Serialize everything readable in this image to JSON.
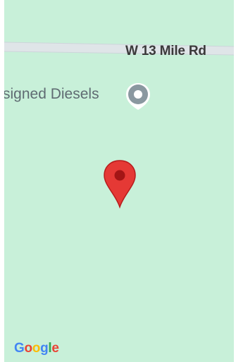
{
  "map": {
    "road_name": "W 13 Mile Rd",
    "poi_name": "signed Diesels",
    "poi_icon": "location-dot-icon",
    "marker_icon": "red-map-pin-icon",
    "logo_letters": [
      "G",
      "o",
      "o",
      "g",
      "l",
      "e"
    ],
    "colors": {
      "land": "#c8f0d9",
      "road": "#dfe5e8",
      "road_edge": "#c9d1d6",
      "poi_gray": "#8a98a0",
      "marker_red": "#e53935",
      "marker_dark": "#a31515"
    },
    "logo_colors": [
      "#4285F4",
      "#EA4335",
      "#FBBC05",
      "#4285F4",
      "#34A853",
      "#EA4335"
    ]
  }
}
